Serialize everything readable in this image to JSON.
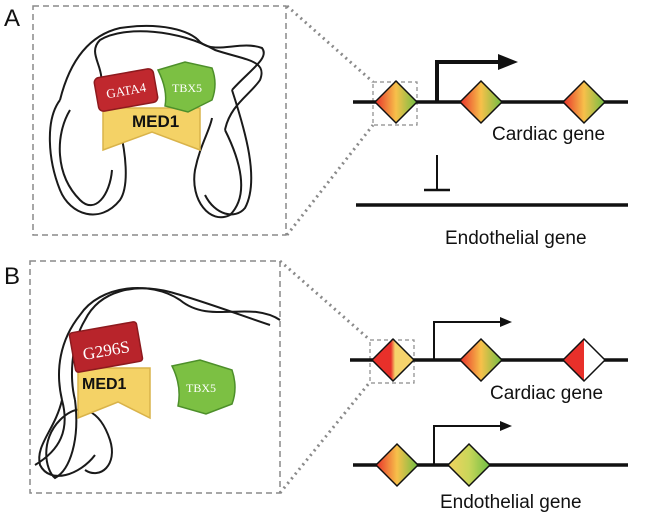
{
  "panels": [
    {
      "label": "A",
      "proteins": {
        "gata4": "GATA4",
        "tbx5": "TBX5",
        "med1": "MED1"
      },
      "genes": {
        "cardiac": "Cardiac gene",
        "endothelial": "Endothelial gene"
      }
    },
    {
      "label": "B",
      "proteins": {
        "gata4_mutant": "G296S",
        "med1": "MED1",
        "tbx5": "TBX5"
      },
      "genes": {
        "cardiac": "Cardiac gene",
        "endothelial": "Endothelial gene"
      }
    }
  ],
  "colors": {
    "gata4": "#c0282e",
    "tbx5": "#7cc043",
    "med1": "#f4d266",
    "element_red": "#e8302a",
    "element_green": "#6fbe44"
  }
}
